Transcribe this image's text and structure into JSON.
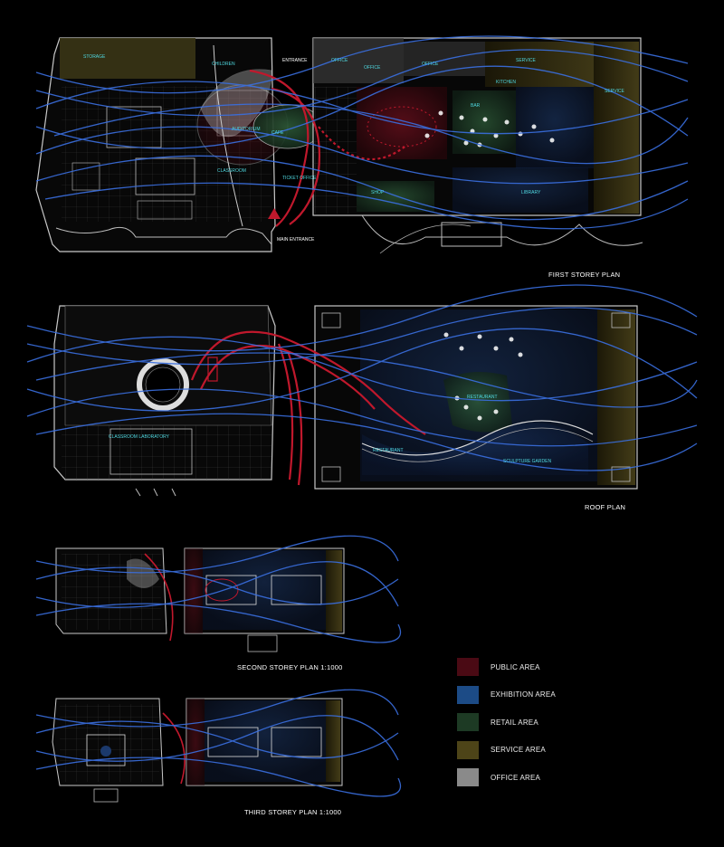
{
  "labels": {
    "first_storey": "FIRST STOREY PLAN",
    "roof": "ROOF PLAN",
    "second_storey": "SECOND STOREY PLAN 1:1000",
    "third_storey": "THIRD STOREY PLAN 1:1000"
  },
  "rooms_first": {
    "storage": "STORAGE",
    "children": "CHILDREN",
    "entrance": "ENTRANCE",
    "office_a": "OFFICE",
    "office_b": "OFFICE",
    "office_c": "OFFICE",
    "service": "SERVICE",
    "service_b": "SERVICE",
    "kitchen": "KITCHEN",
    "bar": "BAR",
    "auditorium": "AUDITORIUM",
    "cafe": "CAFE",
    "classroom": "CLASSROOM",
    "ticket_office": "TICKET OFFICE",
    "shop": "SHOP",
    "library": "LIBRARY",
    "main_entrance": "MAIN ENTRANCE"
  },
  "rooms_roof": {
    "classroom_lab": "CLASSROOM LABORATORY",
    "restaurant": "RESTAURANT",
    "restaurant_b": "RESTAURANT",
    "sculpture_garden": "SCULPTURE GARDEN"
  },
  "legend": [
    {
      "label": "PUBLIC AREA",
      "color": "#4a0a14"
    },
    {
      "label": "EXHIBITION AREA",
      "color": "#1c4b86"
    },
    {
      "label": "RETAIL  AREA",
      "color": "#1d3a24"
    },
    {
      "label": "SERVICE  AREA",
      "color": "#4d4418"
    },
    {
      "label": "OFFICE  AREA",
      "color": "#8a8a8a"
    }
  ],
  "colors": {
    "flow_lines": "#3a6fe0",
    "circulation": "#c0182c",
    "linework": "#bdbdbd"
  }
}
